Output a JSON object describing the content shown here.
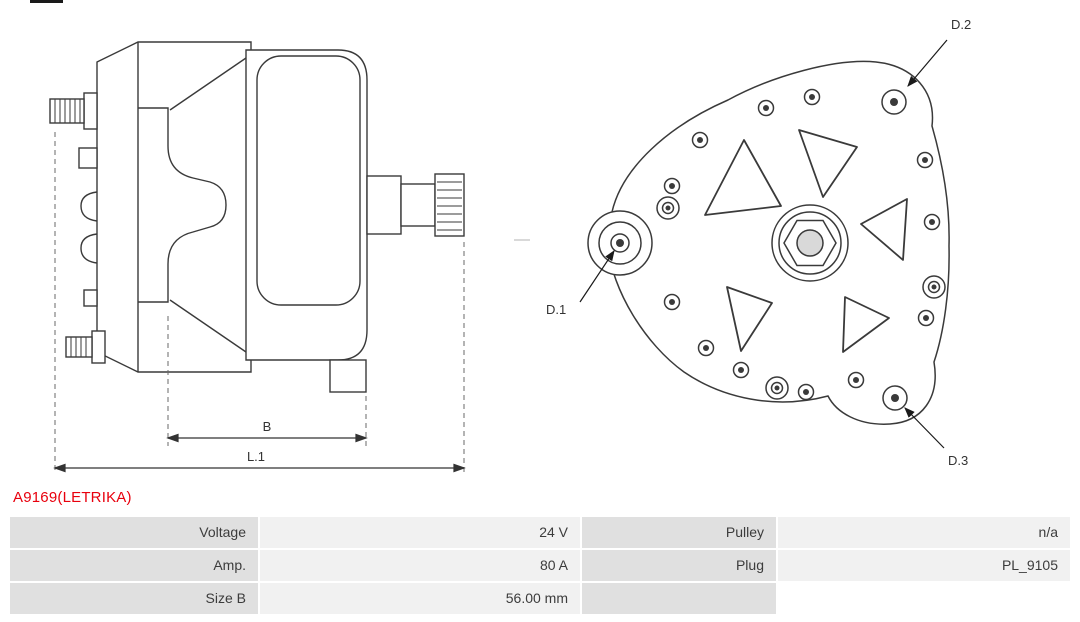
{
  "part_number": {
    "text": "A9169(LETRIKA)"
  },
  "drawing": {
    "side_view": {
      "dim_b": "B",
      "dim_l1": "L.1"
    },
    "rear_view": {
      "d1": "D.1",
      "d2": "D.2",
      "d3": "D.3"
    }
  },
  "spec_table": {
    "rows": [
      {
        "c0": "Voltage",
        "c1": "24 V",
        "c2": "Pulley",
        "c3": "n/a"
      },
      {
        "c0": "Amp.",
        "c1": "80 A",
        "c2": "Plug",
        "c3": "PL_9105"
      },
      {
        "c0": "Size B",
        "c1": "56.00 mm",
        "c2": "",
        "c3": ""
      }
    ]
  },
  "colors": {
    "part_number_red": "#e8000d",
    "label_cell_gray": "#e0e0e0",
    "value_cell_gray": "#f1f1f1",
    "drawing_line": "#3a3a3a"
  }
}
